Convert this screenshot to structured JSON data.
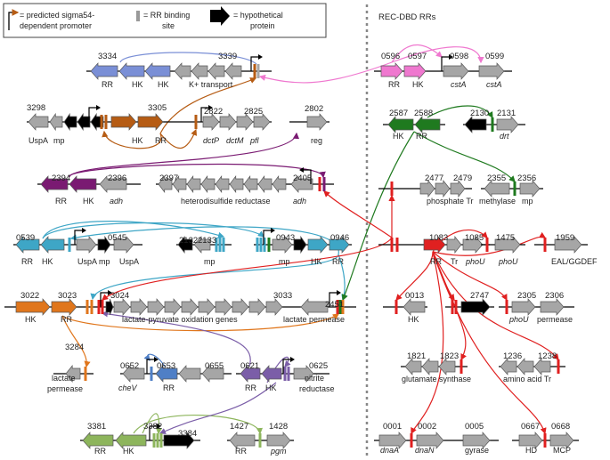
{
  "colors": {
    "gray": "#a6a6a6",
    "black": "#000000",
    "brown": "#b65c14",
    "purple": "#7a1a72",
    "cyan": "#3ea6c6",
    "orange": "#e0761c",
    "blue": "#4f7fc6",
    "violet": "#7b5ea8",
    "olive": "#8db55c",
    "pink": "#ef78cf",
    "green": "#1f7a1f",
    "red": "#e02020",
    "lavender": "#7a8fd6",
    "darkgreen": "#2a8a2a"
  },
  "legend": {
    "promoter": "= predicted sigma54-dependent promoter",
    "binding": "= RR binding site",
    "hypothetical": "= hypothetical protein"
  },
  "header": {
    "rec_dbd": "REC-DBD RRs"
  },
  "labels": {
    "n3334": "3334",
    "n3339": "3339",
    "n3298": "3298",
    "n3305": "3305",
    "n2822": "2822",
    "n2825": "2825",
    "n2802": "2802",
    "n2394": "2394",
    "n2396": "2396",
    "n2397": "2397",
    "n2405": "2405",
    "n0539": "0539",
    "n0545": "0545",
    "n2132": "2132",
    "n2133": "2133",
    "n0943": "0943",
    "n0946": "0946",
    "n3022": "3022",
    "n3023": "3023",
    "n3024": "3024",
    "n3033": "3033",
    "n2451": "2451",
    "n3284": "3284",
    "n0652": "0652",
    "n0653": "0653",
    "n0655": "0655",
    "n0621": "0621",
    "n0625": "0625",
    "n3381": "3381",
    "n3382": "3382",
    "n3384": "3384",
    "n1427": "1427",
    "n1428": "1428",
    "n0596": "0596",
    "n0597": "0597",
    "n0598": "0598",
    "n0599": "0599",
    "n2587": "2587",
    "n2588": "2588",
    "n2130": "2130",
    "n2131": "2131",
    "n2477": "2477",
    "n2479": "2479",
    "n2355": "2355",
    "n2356": "2356",
    "n1083": "1083",
    "n1085": "1085",
    "n1475": "1475",
    "n1959": "1959",
    "n0013": "0013",
    "n2747": "2747",
    "n2305": "2305",
    "n2306": "2306",
    "n1821": "1821",
    "n1823": "1823",
    "n1236": "1236",
    "n1238": "1238",
    "n0001": "0001",
    "n0002": "0002",
    "n0005": "0005",
    "n0667": "0667",
    "n0668": "0668",
    "rr_3334": "RR",
    "hk_a": "HK",
    "hk_b": "HK",
    "k_transport": "K+ transport",
    "uspa_3298": "UspA",
    "mp_3298": "mp",
    "hk_3305": "HK",
    "rr_3305": "RR",
    "dctP": "dctP",
    "dctM": "dctM",
    "pfl": "pfl",
    "reg": "reg",
    "rr_2394": "RR",
    "hk_2394": "HK",
    "adh_2396": "adh",
    "hetero": "heterodisulfide reductase",
    "adh_2405": "adh",
    "rr_0539": "RR",
    "hk_0539": "HK",
    "uspa_0539": "UspA",
    "mp_0539": "mp",
    "uspa_0545": "UspA",
    "mp_2133": "mp",
    "mp_0943": "mp",
    "hk_0946": "HK",
    "rr_0946": "RR",
    "hk_3022": "HK",
    "rr_3023": "RR",
    "lactate_genes": "lactate-pyruvate oxidation genes",
    "lactate_perm_2451": "lactate permease",
    "lactate_3284": "lactate",
    "permease_3284": "permease",
    "cheV": "cheV",
    "rr_0653": "RR",
    "rr_0621": "RR",
    "hk_0621": "HK",
    "nitrite": "nitrite",
    "reductase": "reductase",
    "rr_3381": "RR",
    "hk_3382": "HK",
    "rr_1427": "RR",
    "pgm": "pgm",
    "rr_0596": "RR",
    "hk_0597": "HK",
    "cstA_0598": "cstA",
    "cstA_0599": "cstA",
    "hk_2587": "HK",
    "rr_2588": "RR",
    "drt": "drt",
    "phosphate_tr": "phosphate Tr",
    "methylase": "methylase",
    "mp_2356": "mp",
    "rr_1083": "RR",
    "tr_1083": "Tr",
    "phoU_1085": "phoU",
    "phoU_1475": "phoU",
    "eal": "EAL/GGDEF",
    "hk_0013": "HK",
    "phoU_2305": "phoU",
    "permease_2306": "permease",
    "glutamate": "glutamate synthase",
    "amino_tr": "amino acid Tr",
    "dnaA": "dnaA",
    "dnaN": "dnaN",
    "gyrase": "gyrase",
    "hd": "HD",
    "mcp": "MCP"
  }
}
